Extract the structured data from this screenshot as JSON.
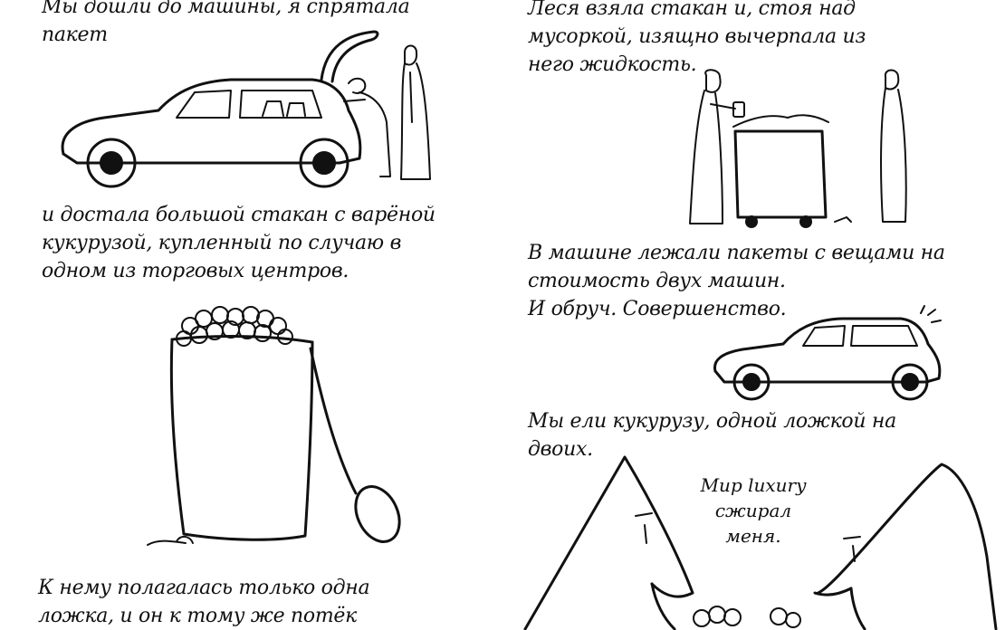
{
  "panels": {
    "p1": {
      "caption_lines": [
        "Мы дошли до машины, я спрятала",
        "пакет"
      ]
    },
    "p2": {
      "caption_lines": [
        "Леся взяла стакан и, стоя над",
        "мусоркой, изящно вычерпала из",
        "него жидкость."
      ]
    },
    "p3": {
      "caption_lines": [
        "и достала большой стакан с варёной",
        "кукурузой, купленный по случаю в",
        "одном из торговых центров."
      ]
    },
    "p4": {
      "caption_lines": [
        "В машине лежали пакеты с вещами на",
        "стоимость двух машин.",
        "И обруч. Совершенство."
      ]
    },
    "p5": {
      "caption_lines": [
        "Мы ели кукурузу, одной ложкой на",
        "двоих."
      ]
    },
    "p6": {
      "speech_lines": [
        "Мир luxury",
        "сжирал",
        "меня."
      ]
    },
    "p7": {
      "caption_lines": [
        "К нему полагалась только одна",
        "ложка, и он к тому же потёк"
      ]
    }
  },
  "illustrations": [
    {
      "name": "car-with-women-illustration"
    },
    {
      "name": "woman-at-trash-bin-illustration"
    },
    {
      "name": "corn-cup-with-spoon-illustration"
    },
    {
      "name": "small-car-illustration"
    },
    {
      "name": "two-women-eating-corn-illustration"
    }
  ]
}
